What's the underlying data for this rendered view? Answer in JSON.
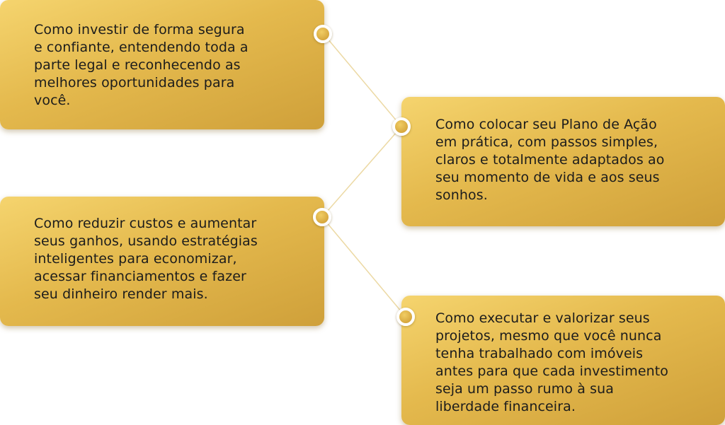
{
  "colors": {
    "card_gradient_start": "#f5d46e",
    "card_gradient_end": "#cfa03a",
    "connector_line": "#ecd9a4",
    "node_fill": "#d7a83f"
  },
  "cards": [
    {
      "lines": [
        "Como investir de forma segura",
        "e confiante, entendendo toda a",
        "parte legal e reconhecendo as",
        "melhores oportunidades para",
        "você."
      ]
    },
    {
      "lines": [
        "Como colocar seu Plano de Ação",
        "em prática, com passos simples,",
        "claros e totalmente adaptados ao",
        "seu momento de vida e aos seus",
        "sonhos."
      ]
    },
    {
      "lines": [
        "Como reduzir custos e aumentar",
        "seus ganhos, usando estratégias",
        "inteligentes para economizar,",
        "acessar financiamentos e fazer",
        "seu dinheiro render mais."
      ]
    },
    {
      "lines": [
        "Como executar e valorizar seus",
        "projetos, mesmo que você nunca",
        "tenha trabalhado com imóveis",
        "antes para que cada investimento",
        "seja um passo rumo à sua",
        "liberdade financeira."
      ]
    }
  ]
}
